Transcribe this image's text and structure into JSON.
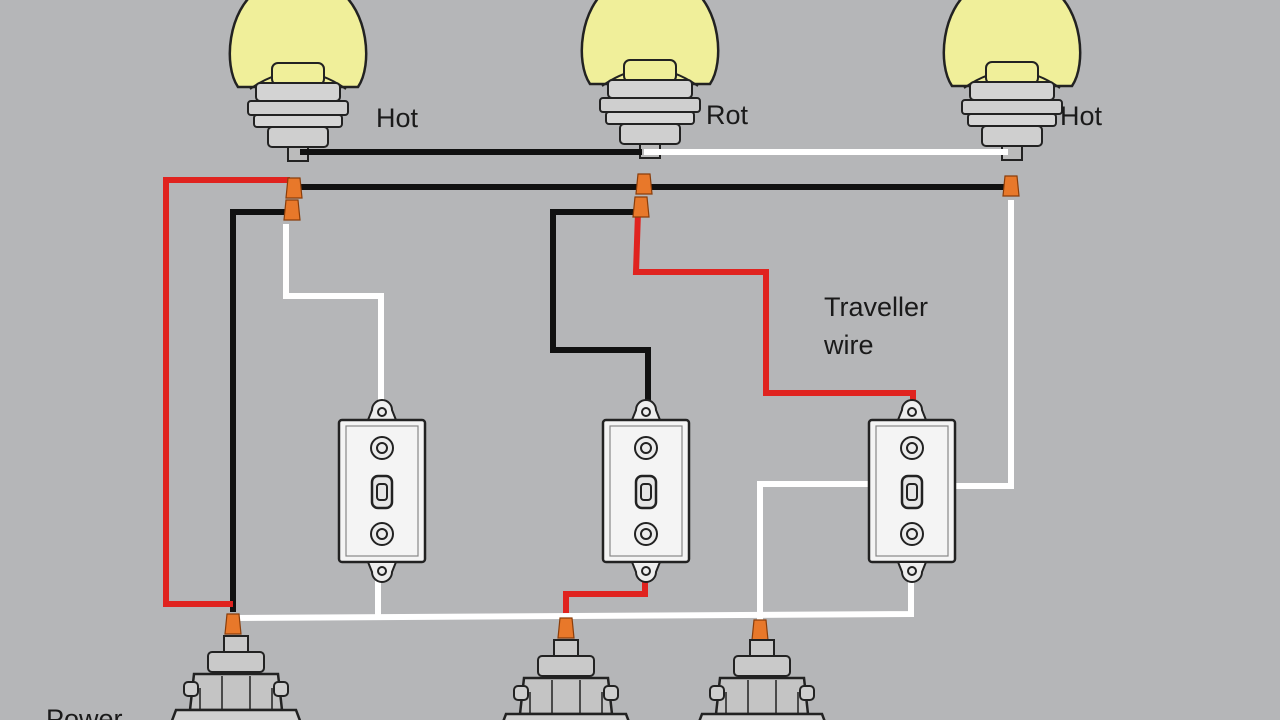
{
  "diagram": {
    "labels": {
      "bulb_left": "Hot",
      "bulb_mid": "Rot",
      "bulb_right": "Hot",
      "traveller_line1": "Traveller",
      "traveller_line2": "wire",
      "power": "Power"
    },
    "colors": {
      "background": "#b5b6b8",
      "bulb_glass": "#f0ef9a",
      "wire_black": "#111111",
      "wire_red": "#e0231f",
      "wire_white": "#ffffff",
      "wire_nut": "#e8782a",
      "switch_plate": "#f4f4f4",
      "metal": "#c9c9c9"
    },
    "components": {
      "bulbs": 3,
      "switches": 3,
      "boxes": 3
    }
  }
}
